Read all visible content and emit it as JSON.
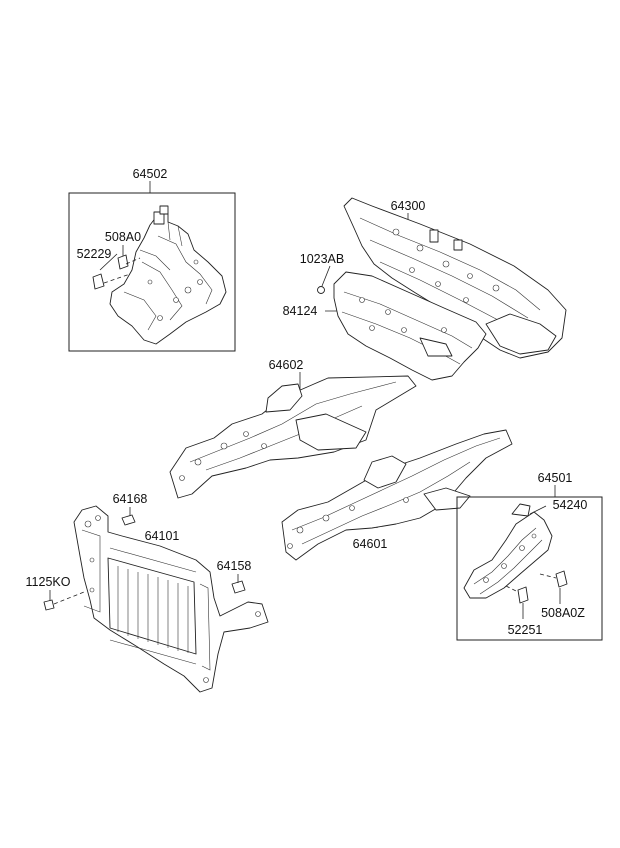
{
  "diagram": {
    "parts": {
      "p64502": "64502",
      "p508A0": "508A0",
      "p52229": "52229",
      "p64300": "64300",
      "p1023AB": "1023AB",
      "p84124": "84124",
      "p64602": "64602",
      "p64601": "64601",
      "p64501": "64501",
      "p54240": "54240",
      "p508A0Z": "508A0Z",
      "p52251": "52251",
      "p64168": "64168",
      "p64101": "64101",
      "p64158": "64158",
      "p1125KO": "1125KO"
    }
  }
}
